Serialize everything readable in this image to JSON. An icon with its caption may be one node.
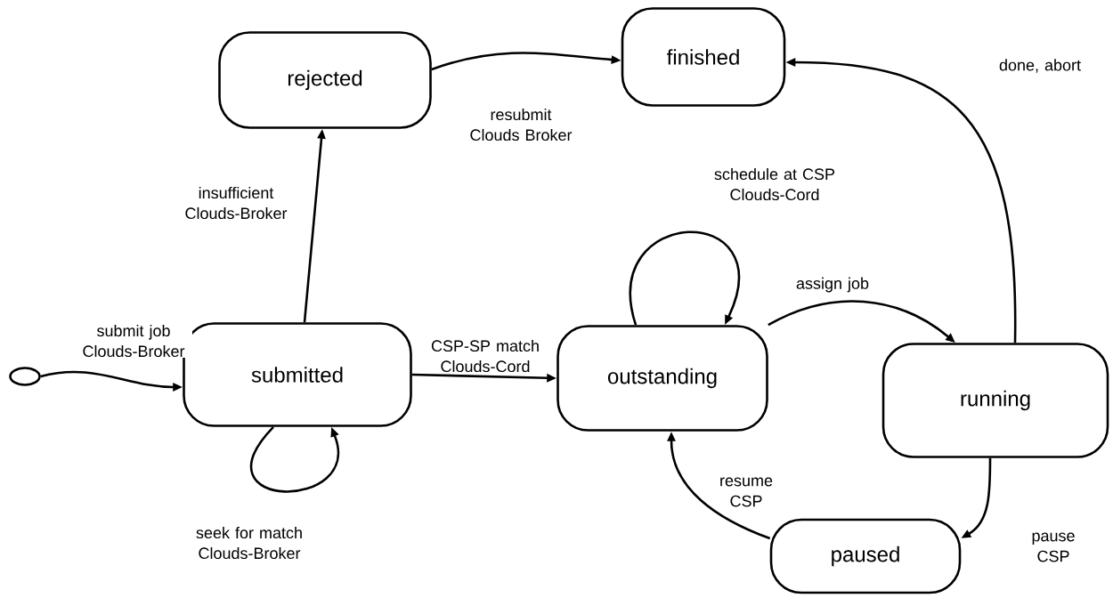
{
  "diagram": {
    "nodes": [
      {
        "text": [
          "rejected"
        ]
      },
      {
        "text": [
          "finished"
        ]
      },
      {
        "text": [],
        "shape": "circle"
      },
      {
        "text": [
          "submitted"
        ]
      },
      {
        "text": [
          "outstanding"
        ]
      },
      {
        "text": [
          "running"
        ]
      },
      {
        "text": [
          "paused"
        ]
      }
    ],
    "edges": [
      {
        "from": 2,
        "to": 3,
        "arrow": "to",
        "label": "submit job Clouds-Broker"
      },
      {
        "from": 3,
        "to": 0,
        "arrow": "to",
        "label": "insufficient Clouds-Broker"
      },
      {
        "from": 0,
        "to": 1,
        "arrow": "to",
        "label": "resubmit Clouds Broker"
      },
      {
        "from": 3,
        "to": 3,
        "arrow": "to",
        "label": "seek for match Clouds-Broker"
      },
      {
        "from": 3,
        "to": 4,
        "arrow": "to",
        "label": "CSP-SP match Clouds-Cord"
      },
      {
        "from": 4,
        "to": 4,
        "arrow": "to",
        "label": "schedule at CSP Clouds-Cord"
      },
      {
        "from": 4,
        "to": 5,
        "arrow": "to",
        "label": "assign job"
      },
      {
        "from": 5,
        "to": 1,
        "arrow": "to",
        "label": "done, abort"
      },
      {
        "from": 5,
        "to": 6,
        "arrow": "to",
        "label": "pause CSP"
      },
      {
        "from": 6,
        "to": 4,
        "arrow": "to",
        "label": "resume CSP"
      }
    ]
  }
}
